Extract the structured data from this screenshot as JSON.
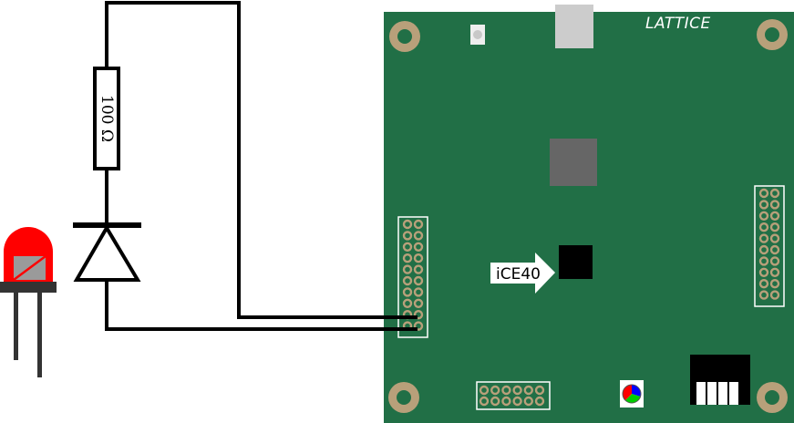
{
  "resistor": {
    "label": "100 Ω"
  },
  "board": {
    "brand": "LATTICE",
    "chip_label": "iCE40"
  },
  "colors": {
    "board": "#216F46",
    "mount_hole": "#B8A07A",
    "pin_gold": "#B8A07A",
    "led_red": "#FF0000",
    "wire": "#000000",
    "usb": "#CCCCCC",
    "flash_chip": "#666666"
  },
  "icons": [
    "led-icon",
    "diode-symbol",
    "resistor-symbol",
    "rgb-led-icon",
    "pmod-connector-icon",
    "arrow-icon"
  ]
}
